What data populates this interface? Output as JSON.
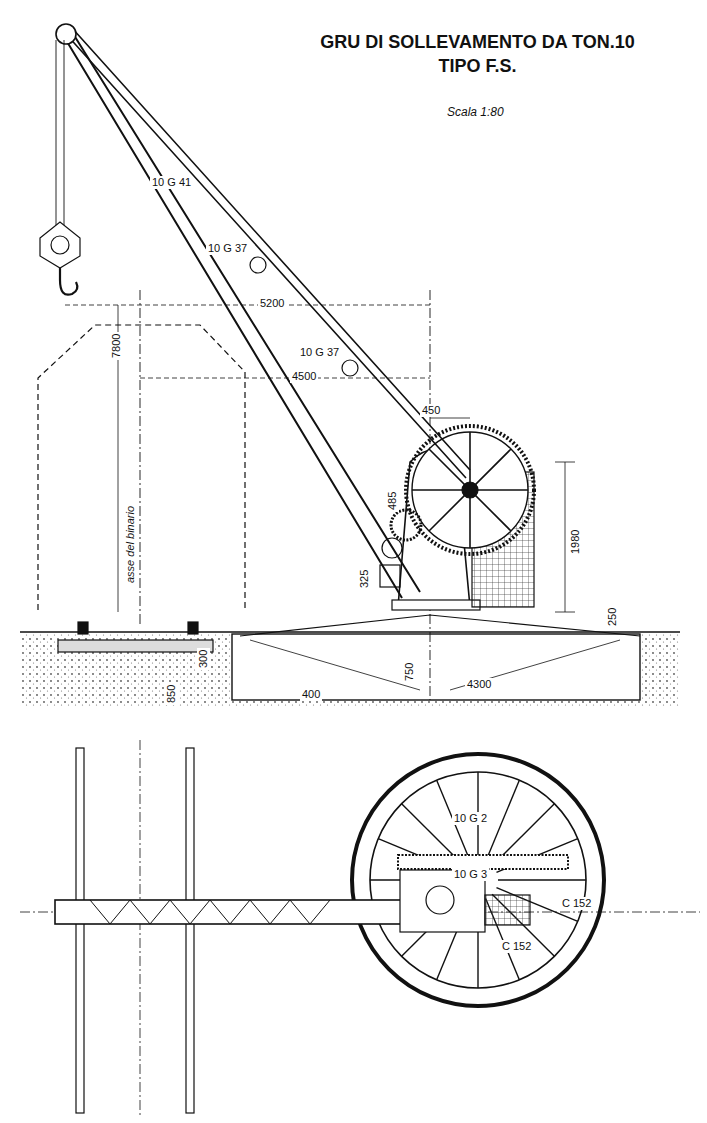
{
  "diagram": {
    "title": "GRU DI SOLLEVAMENTO DA TON.10 TIPO F.S.",
    "labels": [
      "Scala 1:80",
      "10 G 41",
      "10 G 37",
      "10 G 37",
      "5200",
      "7800",
      "4500",
      "450",
      "asse del binario",
      "485",
      "1980",
      "325",
      "300",
      "750",
      "850",
      "400",
      "4300",
      "250",
      "10 G 2",
      "10 G 3",
      "C 152",
      "C 152"
    ]
  }
}
